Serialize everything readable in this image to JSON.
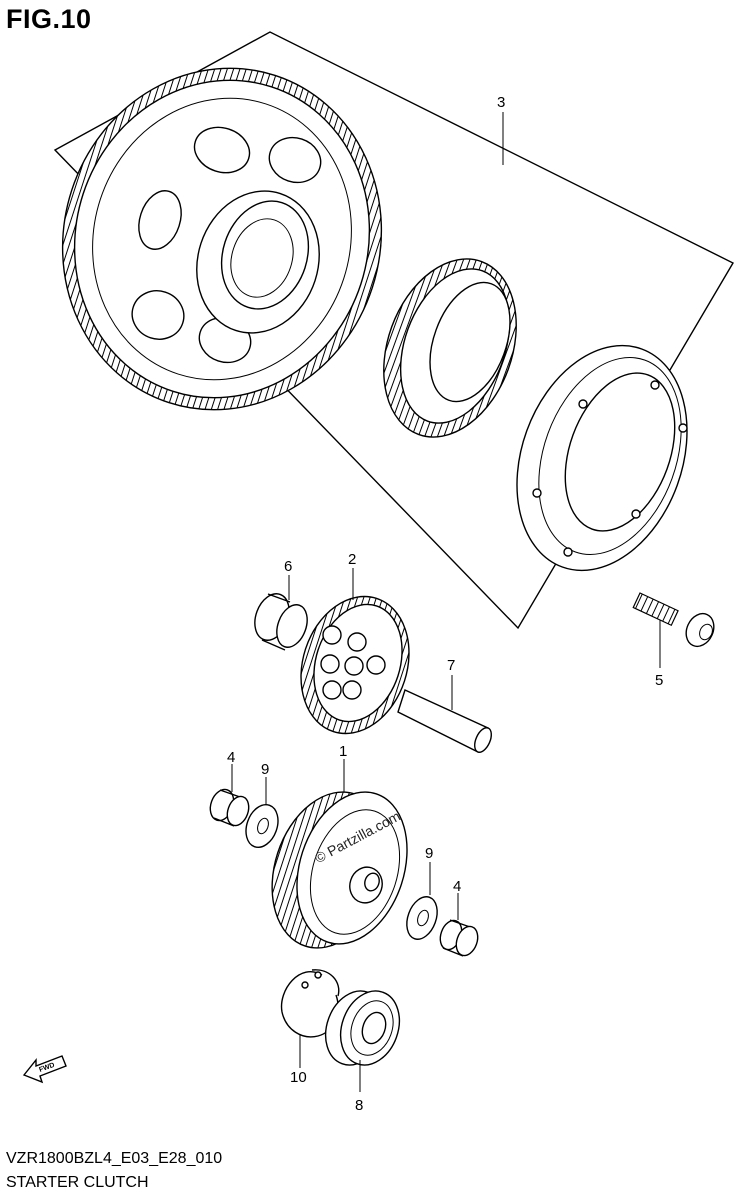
{
  "figure": {
    "title": "FIG.10",
    "model_code": "VZR1800BZL4_E03_E28_010",
    "caption": "STARTER CLUTCH",
    "watermark": "© Partzilla.com",
    "fwd_label": "FWD"
  },
  "callouts": [
    {
      "id": "1",
      "label": "1"
    },
    {
      "id": "2",
      "label": "2"
    },
    {
      "id": "3",
      "label": "3"
    },
    {
      "id": "4a",
      "label": "4"
    },
    {
      "id": "4b",
      "label": "4"
    },
    {
      "id": "5",
      "label": "5"
    },
    {
      "id": "6",
      "label": "6"
    },
    {
      "id": "7",
      "label": "7"
    },
    {
      "id": "8",
      "label": "8"
    },
    {
      "id": "9a",
      "label": "9"
    },
    {
      "id": "9b",
      "label": "9"
    },
    {
      "id": "10",
      "label": "10"
    }
  ]
}
